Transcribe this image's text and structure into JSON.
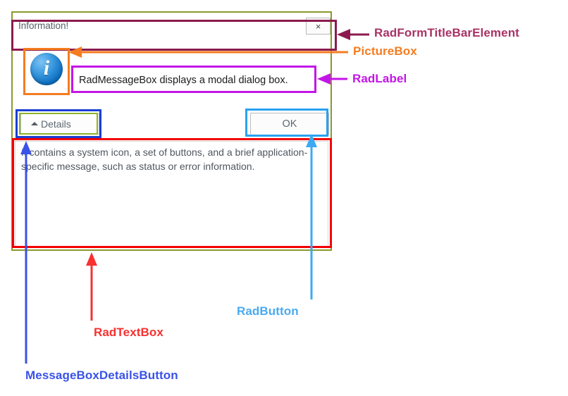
{
  "dialog": {
    "titlebar": {
      "title": "Information!",
      "close_label": "×"
    },
    "icon": {
      "name": "information-icon",
      "glyph": "i"
    },
    "message_label": "RadMessageBox displays a modal dialog box.",
    "details_button": {
      "label": "Details",
      "arrow": "▲"
    },
    "ok_button": {
      "label": "OK"
    },
    "details_textbox": {
      "value": "It contains a system icon, a set of buttons, and a brief application-specific message, such as status or error information."
    }
  },
  "annotations": [
    {
      "id": "titlebar",
      "label": "RadFormTitleBarElement",
      "color": "#a93265"
    },
    {
      "id": "picturebox",
      "label": "PictureBox",
      "color": "#f57c20"
    },
    {
      "id": "label",
      "label": "RadLabel",
      "color": "#c415e8"
    },
    {
      "id": "radbutton",
      "label": "RadButton",
      "color": "#4aaaf0"
    },
    {
      "id": "radtextbox",
      "label": "RadTextBox",
      "color": "#f83030"
    },
    {
      "id": "detailsbtn",
      "label": "MessageBoxDetailsButton",
      "color": "#3a52e8"
    }
  ],
  "colors": {
    "dialog_border": "#8a9a2b",
    "titlebar_anno": "#8c1b4d",
    "picturebox_anno": "#f57c20",
    "label_anno": "#c415e8",
    "details_anno": "#1a3fd4",
    "details_inner_anno": "#8cb22b",
    "ok_anno": "#28a2f0",
    "textbox_anno": "#f40000"
  }
}
